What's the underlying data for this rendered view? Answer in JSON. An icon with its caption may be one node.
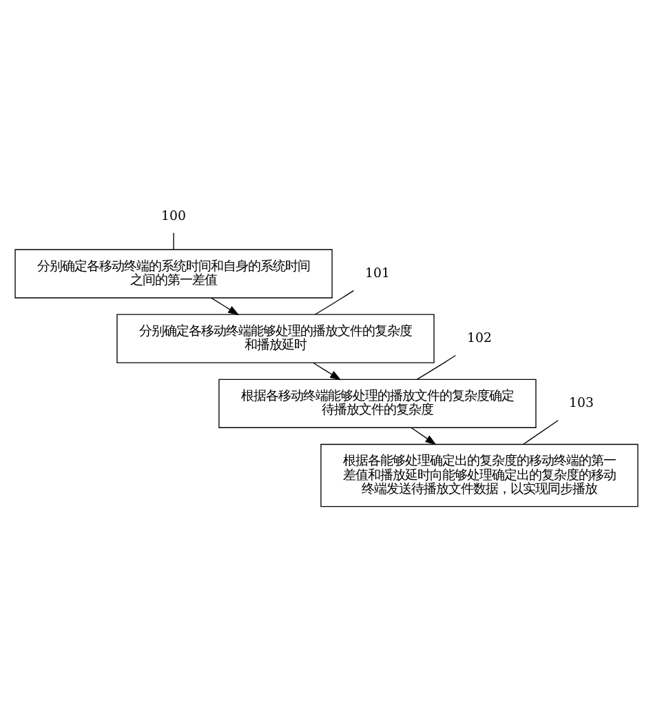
{
  "diagram": {
    "nodes": [
      {
        "text": [
          "100"
        ]
      },
      {
        "text": [
          "分别确定各移动终端的系统时间和自身的系统时间之间的第一差值"
        ]
      },
      {
        "text": [
          "101"
        ]
      },
      {
        "text": [
          "分别确定各移动终端能够处理的播放文件的复杂度和播放延时"
        ]
      },
      {
        "text": [
          "102"
        ]
      },
      {
        "text": [
          "根据各移动终端能够处理的播放文件的复杂度确定待播放文件的复杂度"
        ]
      },
      {
        "text": [
          "103"
        ]
      },
      {
        "text": [
          "根据各能够处理确定出的复杂度的移动终端的第一差值和播放延时向能够处理确定出的复杂度的移动终端发送待播放文件数据，以实现同步播放"
        ]
      }
    ],
    "edges": [
      {
        "from": 0,
        "to": 1,
        "arrow": "none"
      },
      {
        "from": 1,
        "to": 3,
        "arrow": "to"
      },
      {
        "from": 2,
        "to": 3,
        "arrow": "none"
      },
      {
        "from": 3,
        "to": 5,
        "arrow": "to"
      },
      {
        "from": 4,
        "to": 5,
        "arrow": "none"
      },
      {
        "from": 5,
        "to": 7,
        "arrow": "to"
      },
      {
        "from": 6,
        "to": 7,
        "arrow": "none"
      }
    ]
  }
}
